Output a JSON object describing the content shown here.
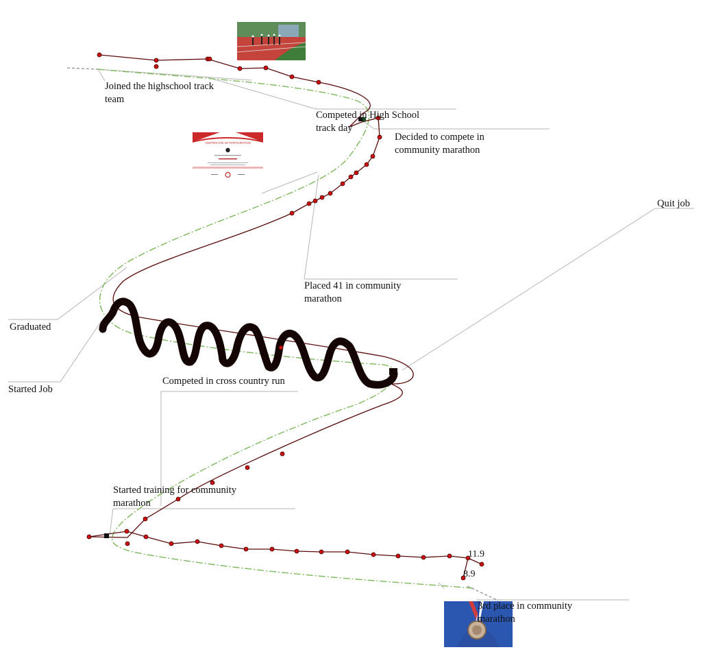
{
  "timeline": {
    "events": [
      {
        "id": "joined",
        "label": "Joined the highschool track\nteam"
      },
      {
        "id": "track_day",
        "label": "Competed in High School\ntrack day"
      },
      {
        "id": "decided",
        "label": "Decided to compete in\ncommunity marathon"
      },
      {
        "id": "quit",
        "label": "Quit job"
      },
      {
        "id": "placed",
        "label": "Placed 41 in community\nmarathon"
      },
      {
        "id": "graduated",
        "label": "Graduated"
      },
      {
        "id": "started_job",
        "label": "Started Job"
      },
      {
        "id": "cross_country",
        "label": "Competed in cross country run"
      },
      {
        "id": "training",
        "label": "Started training for community\nmarathon"
      },
      {
        "id": "third_place",
        "label": "3rd place in community\nmarathon"
      }
    ],
    "end_values": [
      "11.9",
      "8.9"
    ],
    "images": [
      {
        "id": "track",
        "description_icon": "track-team-photo"
      },
      {
        "id": "certificate",
        "description_icon": "certificate-photo"
      },
      {
        "id": "medal",
        "description_icon": "medal-photo"
      }
    ],
    "certificate_title": "CERTIFICATE OF PARTICIPATION"
  },
  "colors": {
    "path": "#5a0a0a",
    "marker": "#cc1111",
    "green_path": "#7cb85a",
    "scribble": "#150404",
    "leader": "#b5b5b5"
  }
}
